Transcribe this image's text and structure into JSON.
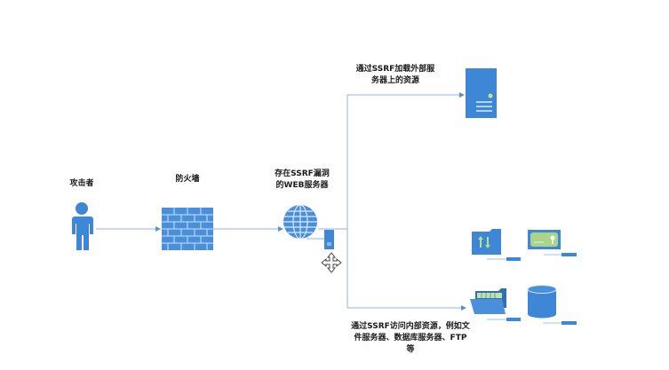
{
  "colors": {
    "icon_blue": "#3d87d6",
    "icon_light": "#6ea8e6",
    "line": "#8fb6de",
    "accent_green": "#a9d48a"
  },
  "nodes": {
    "attacker": {
      "label": "攻击者",
      "icon": "person-icon"
    },
    "firewall": {
      "label": "防火墙",
      "icon": "brick-wall-icon"
    },
    "web_server": {
      "label_line1": "存在SSRF漏洞",
      "label_line2": "的WEB服务器",
      "icon": "globe-icon"
    },
    "external_server": {
      "label_line1": "通过SSRF加载外部服",
      "label_line2": "务器上的资源",
      "icon": "server-tower-icon"
    },
    "internal_resources": {
      "label_line1": "通过SSRF访问内部资源，例如文",
      "label_line2": "件服务器、数据库服务器、FTP",
      "label_line3": "等",
      "items": [
        {
          "name": "ftp-server",
          "icon": "ftp-folder-icon"
        },
        {
          "name": "certificate-server",
          "icon": "certificate-icon"
        },
        {
          "name": "file-server",
          "icon": "open-folder-icon"
        },
        {
          "name": "database-server",
          "icon": "database-icon"
        }
      ]
    }
  }
}
